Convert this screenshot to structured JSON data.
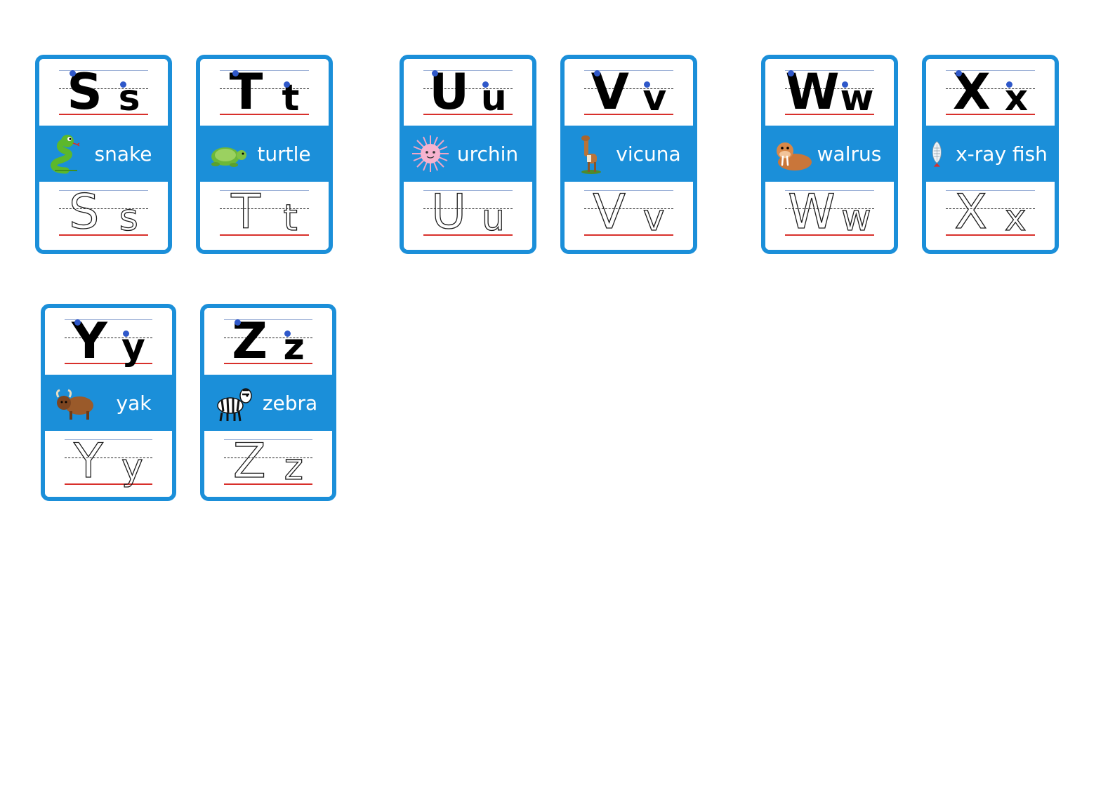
{
  "colors": {
    "card_blue": "#1b8fd9",
    "guide_top": "#9fb3d8",
    "baseline": "#d8302b",
    "dot": "#2f58c9"
  },
  "cards": [
    {
      "upper": "S",
      "lower": "s",
      "word": "snake",
      "icon": "snake-icon"
    },
    {
      "upper": "T",
      "lower": "t",
      "word": "turtle",
      "icon": "turtle-icon"
    },
    {
      "upper": "U",
      "lower": "u",
      "word": "urchin",
      "icon": "urchin-icon"
    },
    {
      "upper": "V",
      "lower": "v",
      "word": "vicuna",
      "icon": "vicuna-icon"
    },
    {
      "upper": "W",
      "lower": "w",
      "word": "walrus",
      "icon": "walrus-icon"
    },
    {
      "upper": "X",
      "lower": "x",
      "word": "x-ray fish",
      "icon": "xray-fish-icon"
    },
    {
      "upper": "Y",
      "lower": "y",
      "word": "yak",
      "icon": "yak-icon"
    },
    {
      "upper": "Z",
      "lower": "z",
      "word": "zebra",
      "icon": "zebra-icon"
    }
  ]
}
